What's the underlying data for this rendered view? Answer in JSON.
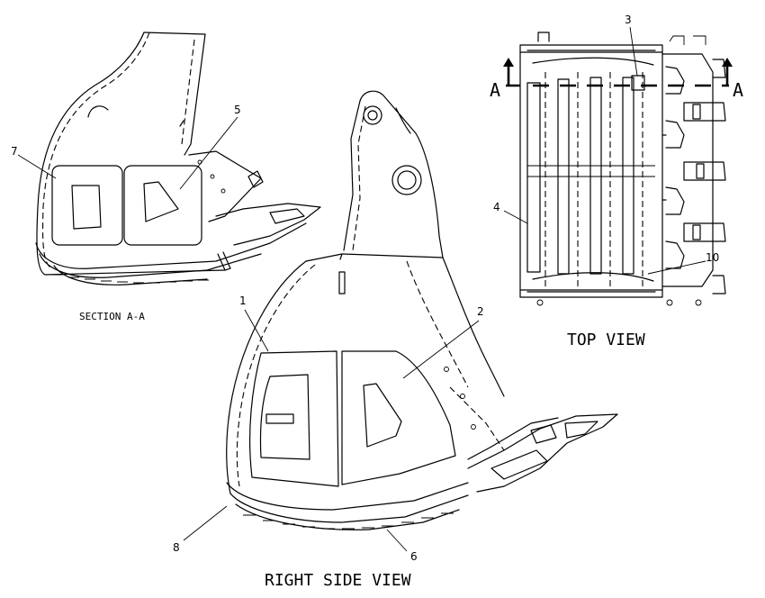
{
  "labels": {
    "section": "SECTION  A-A",
    "top_view": "TOP  VIEW",
    "right_side_view": "RIGHT  SIDE  VIEW"
  },
  "section_marks": {
    "left": "A",
    "right": "A"
  },
  "callouts": {
    "c1": "1",
    "c2": "2",
    "c3": "3",
    "c4": "4",
    "c5": "5",
    "c6": "6",
    "c7": "7",
    "c8": "8",
    "c10": "10"
  }
}
